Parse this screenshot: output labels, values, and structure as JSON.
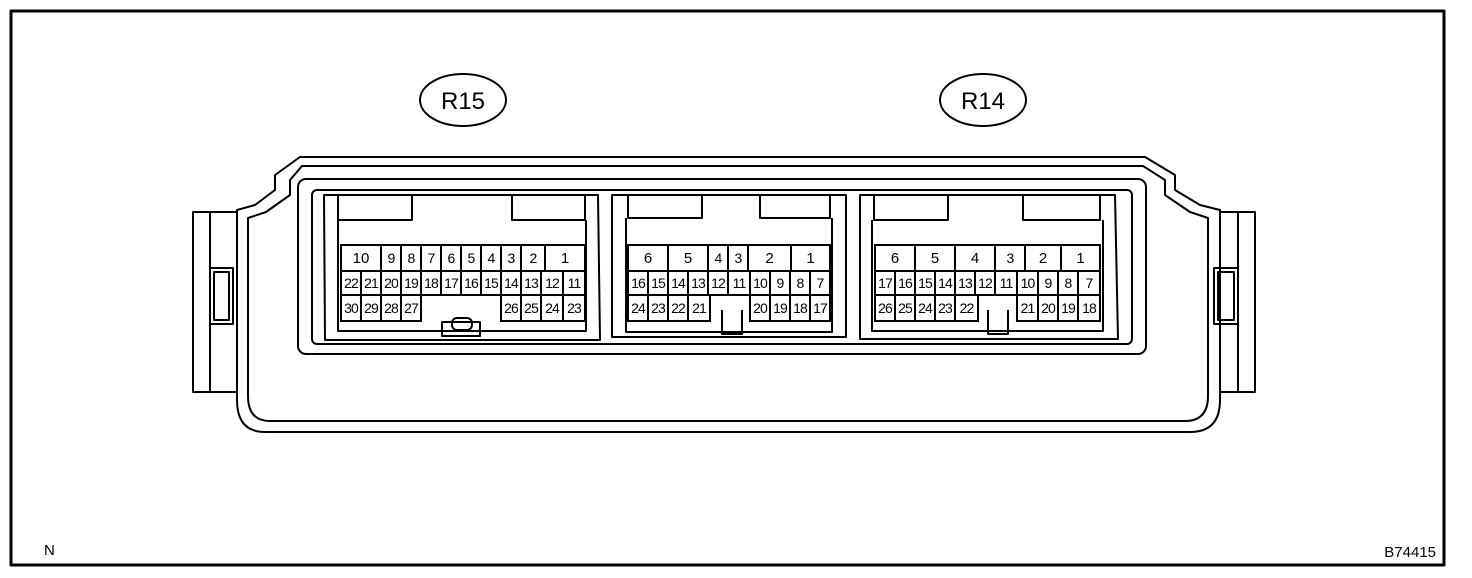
{
  "labels": {
    "connector_left": "R15",
    "connector_right": "R14",
    "corner_left": "N",
    "figure_id": "B74415"
  },
  "blocks": [
    {
      "id": "r15",
      "rows": [
        [
          "10",
          "9",
          "8",
          "7",
          "6",
          "5",
          "4",
          "3",
          "2",
          "1"
        ],
        [
          "22",
          "21",
          "20",
          "19",
          "18",
          "17",
          "16",
          "15",
          "14",
          "13",
          "12",
          "11"
        ],
        [
          "30",
          "29",
          "28",
          "27",
          "26",
          "25",
          "24",
          "23"
        ]
      ]
    },
    {
      "id": "middle",
      "rows": [
        [
          "6",
          "5",
          "4",
          "3",
          "2",
          "1"
        ],
        [
          "16",
          "15",
          "14",
          "13",
          "12",
          "11",
          "10",
          "9",
          "8",
          "7"
        ],
        [
          "24",
          "23",
          "22",
          "21",
          "20",
          "19",
          "18",
          "17"
        ]
      ]
    },
    {
      "id": "r14",
      "rows": [
        [
          "6",
          "5",
          "4",
          "3",
          "2",
          "1"
        ],
        [
          "17",
          "16",
          "15",
          "14",
          "13",
          "12",
          "11",
          "10",
          "9",
          "8",
          "7"
        ],
        [
          "26",
          "25",
          "24",
          "23",
          "22",
          "21",
          "20",
          "19",
          "18"
        ]
      ]
    }
  ]
}
